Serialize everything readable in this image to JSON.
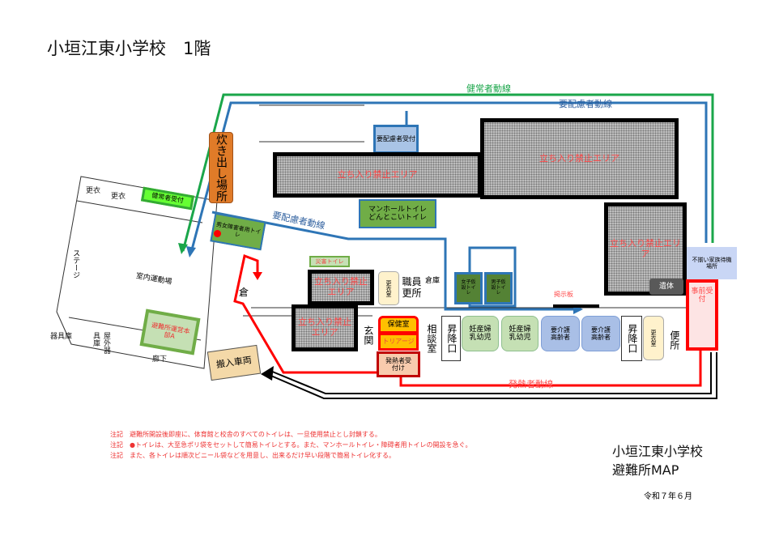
{
  "title": "小垣江東小学校　1階",
  "routes": {
    "healthy": "健常者動線",
    "care1": "要配慮者動線",
    "care2": "要配慮者動線",
    "fever": "発熱者動線"
  },
  "colors": {
    "healthy": "#1aa64a",
    "care": "#2e75b6",
    "fever": "#ff0000"
  },
  "rooms": {
    "care_reception": "要配慮者受付",
    "banned": "立ち入り禁止エリア",
    "banned_split": "立ち入り禁止エリア",
    "cooking": "炊き出し場所",
    "healthy_reception": "健常者受付",
    "accessible_toilet": "男女障害者用トイレ",
    "manhole_toilet": "マンホールトイレ どんとこいトイレ",
    "disaster_toilet": "災害トイレ",
    "changing": "更衣室",
    "staff_changing": "職員更所",
    "storage": "倉庫",
    "women_toilet": "女子仮設トイレ",
    "men_toilet": "男子仮設トイレ",
    "board": "掲示板",
    "body": "遺体",
    "family_wait": "不揃い家族待機場所",
    "pre_reception": "事前受付",
    "health_room": "保健室",
    "triage": "トリアージ",
    "fever_reception": "発熱者受付け",
    "entrance": "玄関",
    "consult": "相談室",
    "shoe1": "昇降口",
    "shoe2": "昇降口",
    "pregnant1": "妊産婦乳幼児",
    "pregnant2": "妊産婦乳幼児",
    "elderly1": "要介護高齢者",
    "elderly2": "要介護高齢者",
    "changing2": "更衣室",
    "wc": "便所",
    "gym": "室内運動場",
    "stage": "ステージ",
    "gym_change1": "更衣",
    "gym_change2": "更衣",
    "equip": "器具庫",
    "outdoor_equip": "屋外器具庫",
    "corridor": "廊下",
    "hq": "避難所運営本部A",
    "delivery": "搬入車両",
    "kura": "倉"
  },
  "notes": [
    "注記　避難所開設後即座に、体育館と校舎のすべてのトイレは、一旦使用禁止とし封鎖する。",
    "注記　●トイレは、大至急ポリ袋をセットして簡易トイレとする。また、マンホールトイレ・障碍者用トイレの開設を急ぐ。",
    "注記　また、各トイレは順次ビニール袋などを用意し、出来るだけ早い段階で簡易トイレ化する。"
  ],
  "footer": {
    "school": "小垣江東小学校",
    "map": "避難所MAP",
    "date": "令和７年６月"
  }
}
